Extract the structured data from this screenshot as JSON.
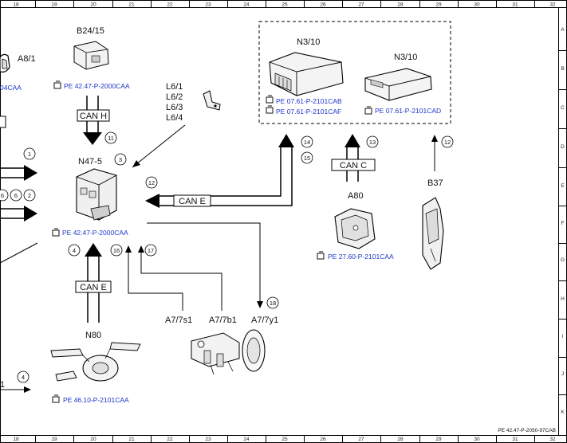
{
  "grid": {
    "columns": [
      "18",
      "19",
      "20",
      "21",
      "22",
      "23",
      "24",
      "25",
      "26",
      "27",
      "28",
      "29",
      "30",
      "31",
      "32"
    ],
    "rows": [
      "A",
      "B",
      "C",
      "D",
      "E",
      "F",
      "G",
      "H",
      "I",
      "J",
      "K"
    ]
  },
  "components": {
    "a8_1": "A8/1",
    "b24_15": "B24/15",
    "l6": [
      "L6/1",
      "L6/2",
      "L6/3",
      "L6/4"
    ],
    "n3_10_left": "N3/10",
    "n3_10_right": "N3/10",
    "n47_5": "N47-5",
    "a80": "A80",
    "b37": "B37",
    "n80": "N80",
    "a7_7s1": "A7/7s1",
    "a7_7b1": "A7/7b1",
    "a7_7y1": "A7/7y1"
  },
  "bus_labels": {
    "can_h": "CAN H",
    "can_e_mid": "CAN E",
    "can_c": "CAN C",
    "can_e_low": "CAN E"
  },
  "references": {
    "a8_1": "04CAA",
    "b24_15": "PE 42.47-P-2000CAA",
    "n3_10_a": "PE 07.61-P-2101CAB",
    "n3_10_b": "PE 07.61-P-2101CAF",
    "n3_10_c": "PE 07.61-P-2101CAD",
    "n47_5": "PE 42.47-P-2000CAA",
    "a80": "PE 27.60-P-2101CAA",
    "n80": "PE 46.10-P-2101CAA"
  },
  "callouts": [
    "1",
    "2",
    "3",
    "4",
    "6",
    "11",
    "12",
    "12",
    "13",
    "14",
    "15",
    "16",
    "17",
    "18",
    "4",
    "1"
  ],
  "footer_code": "PE 42.47-P-2050-97CAB"
}
